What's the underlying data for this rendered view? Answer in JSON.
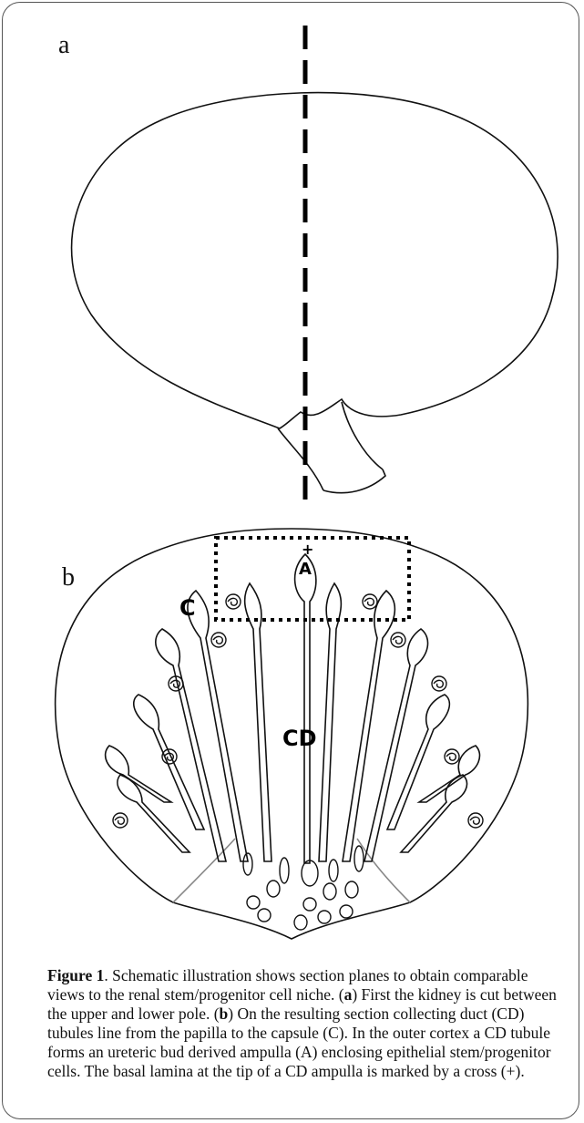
{
  "panels": {
    "a": {
      "label": "a"
    },
    "b": {
      "label": "b",
      "labels": {
        "capsule": "C",
        "collecting_duct": "CD",
        "ampulla": "A",
        "cross": "+"
      }
    }
  },
  "caption": {
    "figure": "Figure 1",
    "intro": ". Schematic illustration shows section planes to obtain comparable views to the renal stem/progenitor cell niche. (",
    "a": "a",
    "after_a": ") First the kidney is cut between the upper and lower pole. (",
    "b": "b",
    "after_b": ") On the resulting section collecting duct (CD) tubules line from the papilla to the capsule (C). In the outer cortex a CD tubule forms an ureteric bud derived ampulla (A) enclosing epithelial stem/progenitor cells. The basal lamina at the tip of a CD ampulla is marked by a cross (+)."
  }
}
